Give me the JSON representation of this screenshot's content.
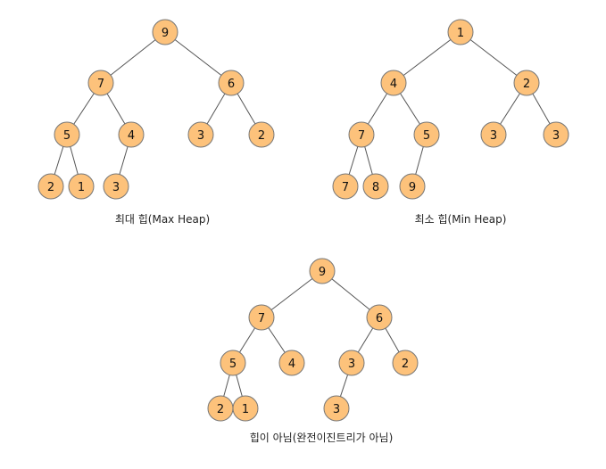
{
  "trees": [
    {
      "id": "max-heap",
      "caption": "최대 힙(Max Heap)",
      "nodes": [
        "9",
        "7",
        "6",
        "5",
        "4",
        "3",
        "2",
        "2",
        "1",
        "3"
      ],
      "edges": [
        [
          0,
          1
        ],
        [
          0,
          2
        ],
        [
          1,
          3
        ],
        [
          1,
          4
        ],
        [
          2,
          5
        ],
        [
          2,
          6
        ],
        [
          3,
          7
        ],
        [
          3,
          8
        ],
        [
          4,
          9
        ]
      ]
    },
    {
      "id": "min-heap",
      "caption": "최소 힙(Min Heap)",
      "nodes": [
        "1",
        "4",
        "2",
        "7",
        "5",
        "3",
        "3",
        "7",
        "8",
        "9"
      ],
      "edges": [
        [
          0,
          1
        ],
        [
          0,
          2
        ],
        [
          1,
          3
        ],
        [
          1,
          4
        ],
        [
          2,
          5
        ],
        [
          2,
          6
        ],
        [
          3,
          7
        ],
        [
          3,
          8
        ],
        [
          4,
          9
        ]
      ]
    },
    {
      "id": "not-heap",
      "caption": "힙이 아님(완전이진트리가 아님)",
      "nodes": [
        "9",
        "7",
        "6",
        "5",
        "4",
        "3",
        "2",
        "2",
        "1",
        "3"
      ],
      "edges": [
        [
          0,
          1
        ],
        [
          0,
          2
        ],
        [
          1,
          3
        ],
        [
          1,
          4
        ],
        [
          2,
          5
        ],
        [
          2,
          6
        ],
        [
          3,
          7
        ],
        [
          3,
          8
        ],
        [
          5,
          9
        ]
      ]
    }
  ],
  "colors": {
    "node_fill": "#fdc27b",
    "node_stroke": "#777777",
    "edge": "#555555"
  }
}
